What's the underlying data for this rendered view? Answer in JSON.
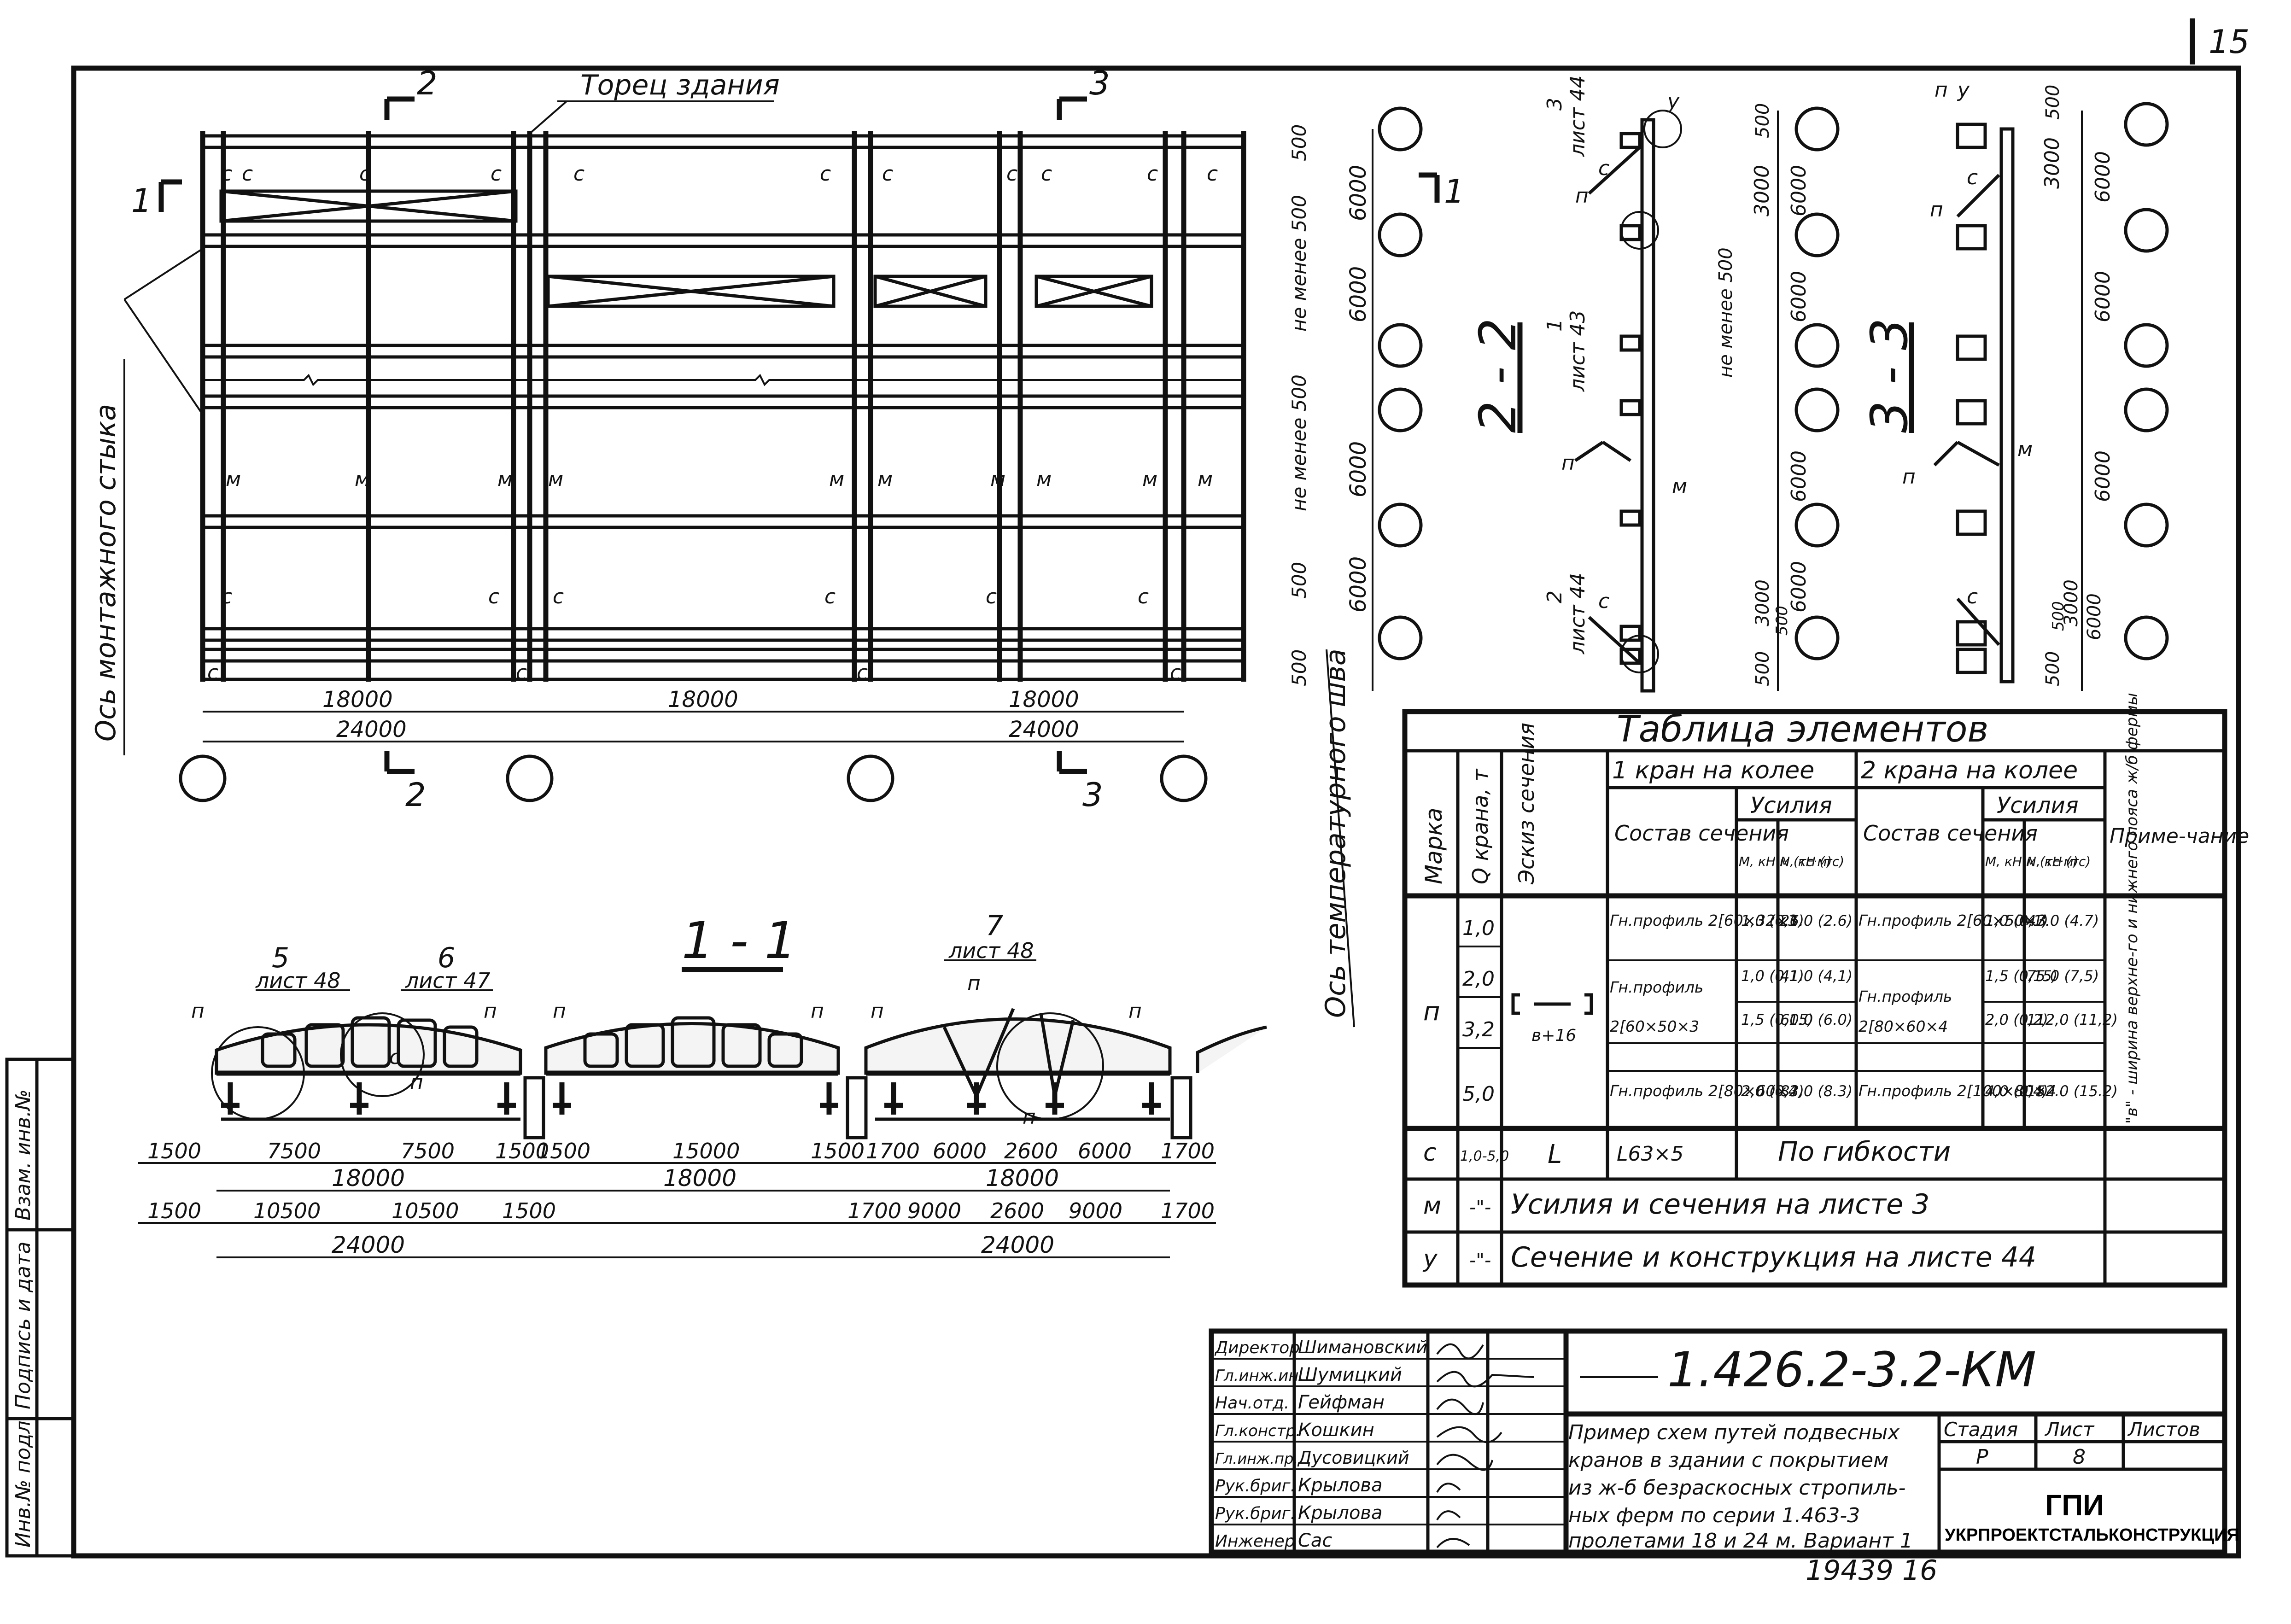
{
  "sheet": {
    "sheet_number": "15",
    "section_marks": {
      "s1": "1",
      "s2": "2",
      "s3": "3"
    },
    "section_titles": {
      "s11": "1 - 1",
      "s22": "2 - 2",
      "s33": "3 - 3"
    }
  },
  "plan": {
    "labels": {
      "building_end": "Торец здания",
      "assembly_axis": "Ось монтажного стыка",
      "temperature_axis": "Ось температурного шва"
    },
    "dims_bottom": {
      "a": "18000",
      "b": "18000",
      "c": "18000",
      "d": "24000",
      "e": "24000"
    },
    "dims_right": {
      "d500a": "500",
      "d6000a": "6000",
      "nm500a": "не менее 500",
      "d6000b": "6000",
      "nm500b": "не менее 500",
      "d6000c": "6000",
      "d500b": "500",
      "d6000d": "6000",
      "d500c": "500"
    },
    "element_marks": {
      "c": "с",
      "m": "м"
    }
  },
  "section22": {
    "labels": {
      "sheet44": "лист 44",
      "sheet43": "лист 43",
      "n3": "3",
      "n1": "1",
      "n2": "2",
      "p": "п",
      "y": "у",
      "c": "с",
      "m": "м"
    },
    "dims": {
      "d500a": "500",
      "d3000a": "3000",
      "d6000a": "6000",
      "nm500": "не менее 500",
      "d6000b": "6000",
      "d6000c": "6000",
      "d3000b": "3000",
      "d500b": "500",
      "d6000d": "6000",
      "d500c": "500"
    }
  },
  "section33": {
    "labels": {
      "p": "п",
      "y": "у",
      "c": "с",
      "m": "м"
    },
    "dims": {
      "d500a": "500",
      "d3000a": "3000",
      "d6000a": "6000",
      "d6000b": "6000",
      "d6000c": "6000",
      "d3000b": "3000",
      "d6000d": "6000",
      "d500b": "500",
      "d500c": "500"
    }
  },
  "section11": {
    "callouts": {
      "n5": "5",
      "l48a": "лист 48",
      "n6": "6",
      "l47": "лист 47",
      "n7": "7",
      "l48b": "лист 48",
      "p": "п",
      "c": "с"
    },
    "dims_top": [
      "1500",
      "7500",
      "7500",
      "1500",
      "1500",
      "15000",
      "1500",
      "1700",
      "6000",
      "2600",
      "6000",
      "1700"
    ],
    "dims_mid": [
      "18000",
      "18000",
      "18000"
    ],
    "dims_bot": [
      "1500",
      "10500",
      "10500",
      "1500",
      "1700",
      "9000",
      "2600",
      "9000",
      "1700"
    ],
    "dims_total": [
      "24000",
      "24000"
    ]
  },
  "table": {
    "title": "Таблица элементов",
    "headers": {
      "mark": "Марка",
      "q": "Q крана, т",
      "sketch": "Эскиз сечения",
      "crane1": "1 кран на колее",
      "crane2": "2 крана на колее",
      "composition1": "Состав сечения",
      "composition2": "Состав сечения",
      "forces1": "Усилия",
      "forces2": "Усилия",
      "m_unit": "М, кН·м (тс·м)",
      "n_unit": "N, кН (тс)",
      "m_unit2": "М, кН·м (тс·м)",
      "n_unit2": "N, кН (тс)",
      "note": "Приме-чание"
    },
    "p_mark": "п",
    "p_rows": [
      {
        "q": "1,0",
        "comp1": "Гн.профиль 2[60×32×3",
        "m1": "1,0 (0,1)",
        "n1": "26.0 (2.6)",
        "comp2": "Гн.профиль 2[60×50×3",
        "m2": "1,0 (0,1)",
        "n2": "47.0 (4.7)"
      },
      {
        "q": "2,0",
        "comp1": "Гн.профиль",
        "m1": "1,0 (0,1)",
        "n1": "41.0 (4,1)",
        "comp2": "Гн.профиль",
        "m2": "1,5 (0,15)",
        "n2": "75.0 (7,5)"
      },
      {
        "q": "3,2",
        "comp1": "2[60×50×3",
        "m1": "1,5 (0,15)",
        "n1": "60.0 (6.0)",
        "comp2": "2[80×60×4",
        "m2": "2,0 (0,2)",
        "n2": "112,0 (11,2)"
      },
      {
        "q": "5,0",
        "comp1": "Гн.профиль 2[80×60×4",
        "m1": "2,0 (0,2)",
        "n1": "83,0 (8.3)",
        "comp2": "Гн.профиль 2[100×80×4",
        "m2": "4,0 (0,4)",
        "n2": "152.0 (15.2)"
      }
    ],
    "sketch_label": "в+16",
    "p_note": "\"в\" - ширина верхне-го и нижнего пояса ж/б фермы",
    "row_c": {
      "mark": "с",
      "q": "1,0-5,0",
      "sketch": "L",
      "section": "L63×5",
      "text": "По гибкости"
    },
    "row_m": {
      "mark": "м",
      "q": "-\"-",
      "text": "Усилия и сечения на листе 3"
    },
    "row_y": {
      "mark": "у",
      "q": "-\"-",
      "text": "Сечение и конструкция на листе 44"
    }
  },
  "side_stamp": [
    "Инв.№ подл.",
    "Подпись и дата",
    "Взам. инв.№"
  ],
  "title_block": {
    "code": "1.426.2-3.2-КМ",
    "roles": [
      "Директор",
      "Гл.инж.ин.",
      "Нач.отд.",
      "Гл.констр.",
      "Гл.инж.пр.",
      "Рук.бриг.",
      "Рук.бриг.",
      "Инженер"
    ],
    "names": [
      "Шимановский",
      "Шумицкий",
      "Гейфман",
      "Кошкин",
      "Дусовицкий",
      "Крылова",
      "Крылова",
      "Сас"
    ],
    "description": [
      "Пример схем путей подвесных",
      "кранов в здании с покрытием",
      "из ж-б безраскосных стропиль-",
      "ных ферм по серии 1.463-3",
      "пролетами 18 и 24 м. Вариант 1"
    ],
    "stage_label": "Стадия",
    "sheet_label": "Лист",
    "sheets_label": "Листов",
    "stage": "Р",
    "sheet": "8",
    "org_short": "ГПИ",
    "org": "УКРПРОЕКТСТАЛЬКОНСТРУКЦИЯ",
    "archive_number": "19439 16"
  }
}
